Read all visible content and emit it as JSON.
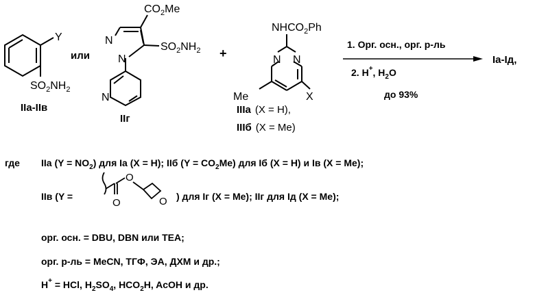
{
  "scheme": {
    "reagent1": {
      "substituent_y": "Y",
      "so2nh2_main": "SO",
      "so2nh2_sub": "2",
      "so2nh2_tail": "NH",
      "so2nh2_tail_sub": "2",
      "label": "IIа-IIв"
    },
    "or_word": "или",
    "reagent2": {
      "ester": "CO",
      "ester_sub": "2",
      "ester_tail": "Me",
      "so2nh2_main": "SO",
      "so2nh2_sub": "2",
      "so2nh2_tail": "NH",
      "so2nh2_tail_sub": "2",
      "n1": "N",
      "n2": "N",
      "n_py": "N",
      "label": "IIг"
    },
    "plus": "+",
    "reagent3": {
      "nhco": "NHCO",
      "nhco_sub": "2",
      "nhco_tail": "Ph",
      "n1": "N",
      "n2": "N",
      "me": "Me",
      "x": "X",
      "label_a": "IIIа",
      "label_a_cond": "(X = H),",
      "label_b": "IIIб",
      "label_b_cond": "(X = Me)"
    },
    "arrow": {
      "step1": "1. Орг. осн., орг. р-ль",
      "step2_a": "2. H",
      "step2_sup": "+",
      "step2_b": ", H",
      "step2_sub": "2",
      "step2_c": "O",
      "yield": "до 93%"
    },
    "product": "Iа-Iд,"
  },
  "conditions": {
    "where": "где",
    "line1": {
      "p1": "IIа",
      "p2": " (Y = NO",
      "p2_sub": "2",
      "p3": ") для ",
      "p4": "Iа",
      "p5": " (X = H); ",
      "p6": "IIб",
      "p7": " (Y = CO",
      "p7_sub": "2",
      "p8": "Me) для ",
      "p9": "Iб",
      "p10": " (X = H) и ",
      "p11": "Iв",
      "p12": " (X = Me);"
    },
    "line2": {
      "p1": "IIв",
      "p2": " (Y =",
      "o_ester": "O",
      "o_carbonyl": "O",
      "o_ring": "O",
      "p3": ") для ",
      "p4": "Iг",
      "p5": " (X = Me); ",
      "p6": "IIг",
      "p7": " для ",
      "p8": "Iд",
      "p9": " (X = Me);"
    },
    "line3": "орг. осн. = DBU, DBN или TEA;",
    "line4": "орг. р-ль = MeCN, ТГФ, ЭА, ДХМ и др.;",
    "line5": {
      "p1": "H",
      "p1_sup": "+",
      "p2": " = HCl, H",
      "p2_sub": "2",
      "p3": "SO",
      "p3_sub": "4",
      "p4": ", HCO",
      "p4_sub": "2",
      "p5": "H, AcOH и др."
    }
  }
}
